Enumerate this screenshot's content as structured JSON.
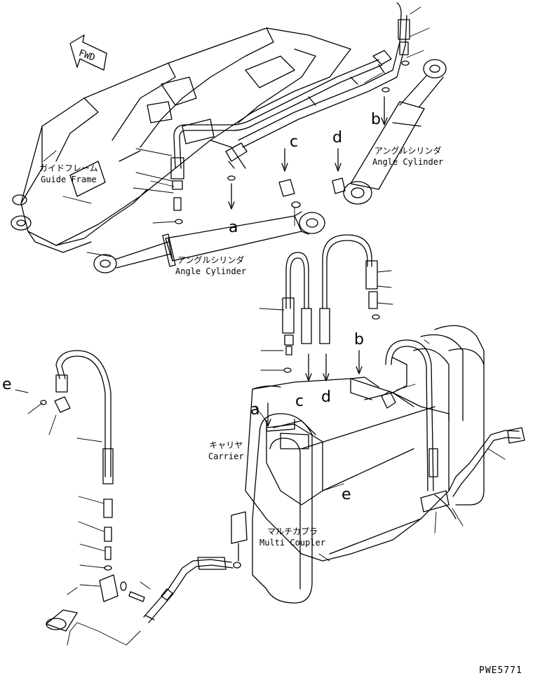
{
  "labels": {
    "guide_frame_jp": "ガイドフレーム",
    "guide_frame_en": "Guide Frame",
    "angle_cyl_top_jp": "アングルシリンダ",
    "angle_cyl_top_en": "Angle Cylinder",
    "angle_cyl_mid_jp": "アングルシリンダ",
    "angle_cyl_mid_en": "Angle Cylinder",
    "carrier_jp": "キャリヤ",
    "carrier_en": "Carrier",
    "multi_coupler_jp": "マルチカプラ",
    "multi_coupler_en": "Multi Coupler",
    "fwd": "FWD"
  },
  "ref_letters": {
    "a_top": "a",
    "b_top": "b",
    "c_top": "c",
    "d_top": "d",
    "a_bottom": "a",
    "b_bottom": "b",
    "c_bottom": "c",
    "d_bottom": "d",
    "e_left": "e",
    "e_bottom": "e"
  },
  "drawing_code": "PWE5771",
  "icons": [
    "fwd-arrow-icon",
    "hose-icon",
    "cylinder-icon",
    "elbow-fitting-icon",
    "o-ring-icon",
    "bolt-icon",
    "coupler-block-icon"
  ]
}
